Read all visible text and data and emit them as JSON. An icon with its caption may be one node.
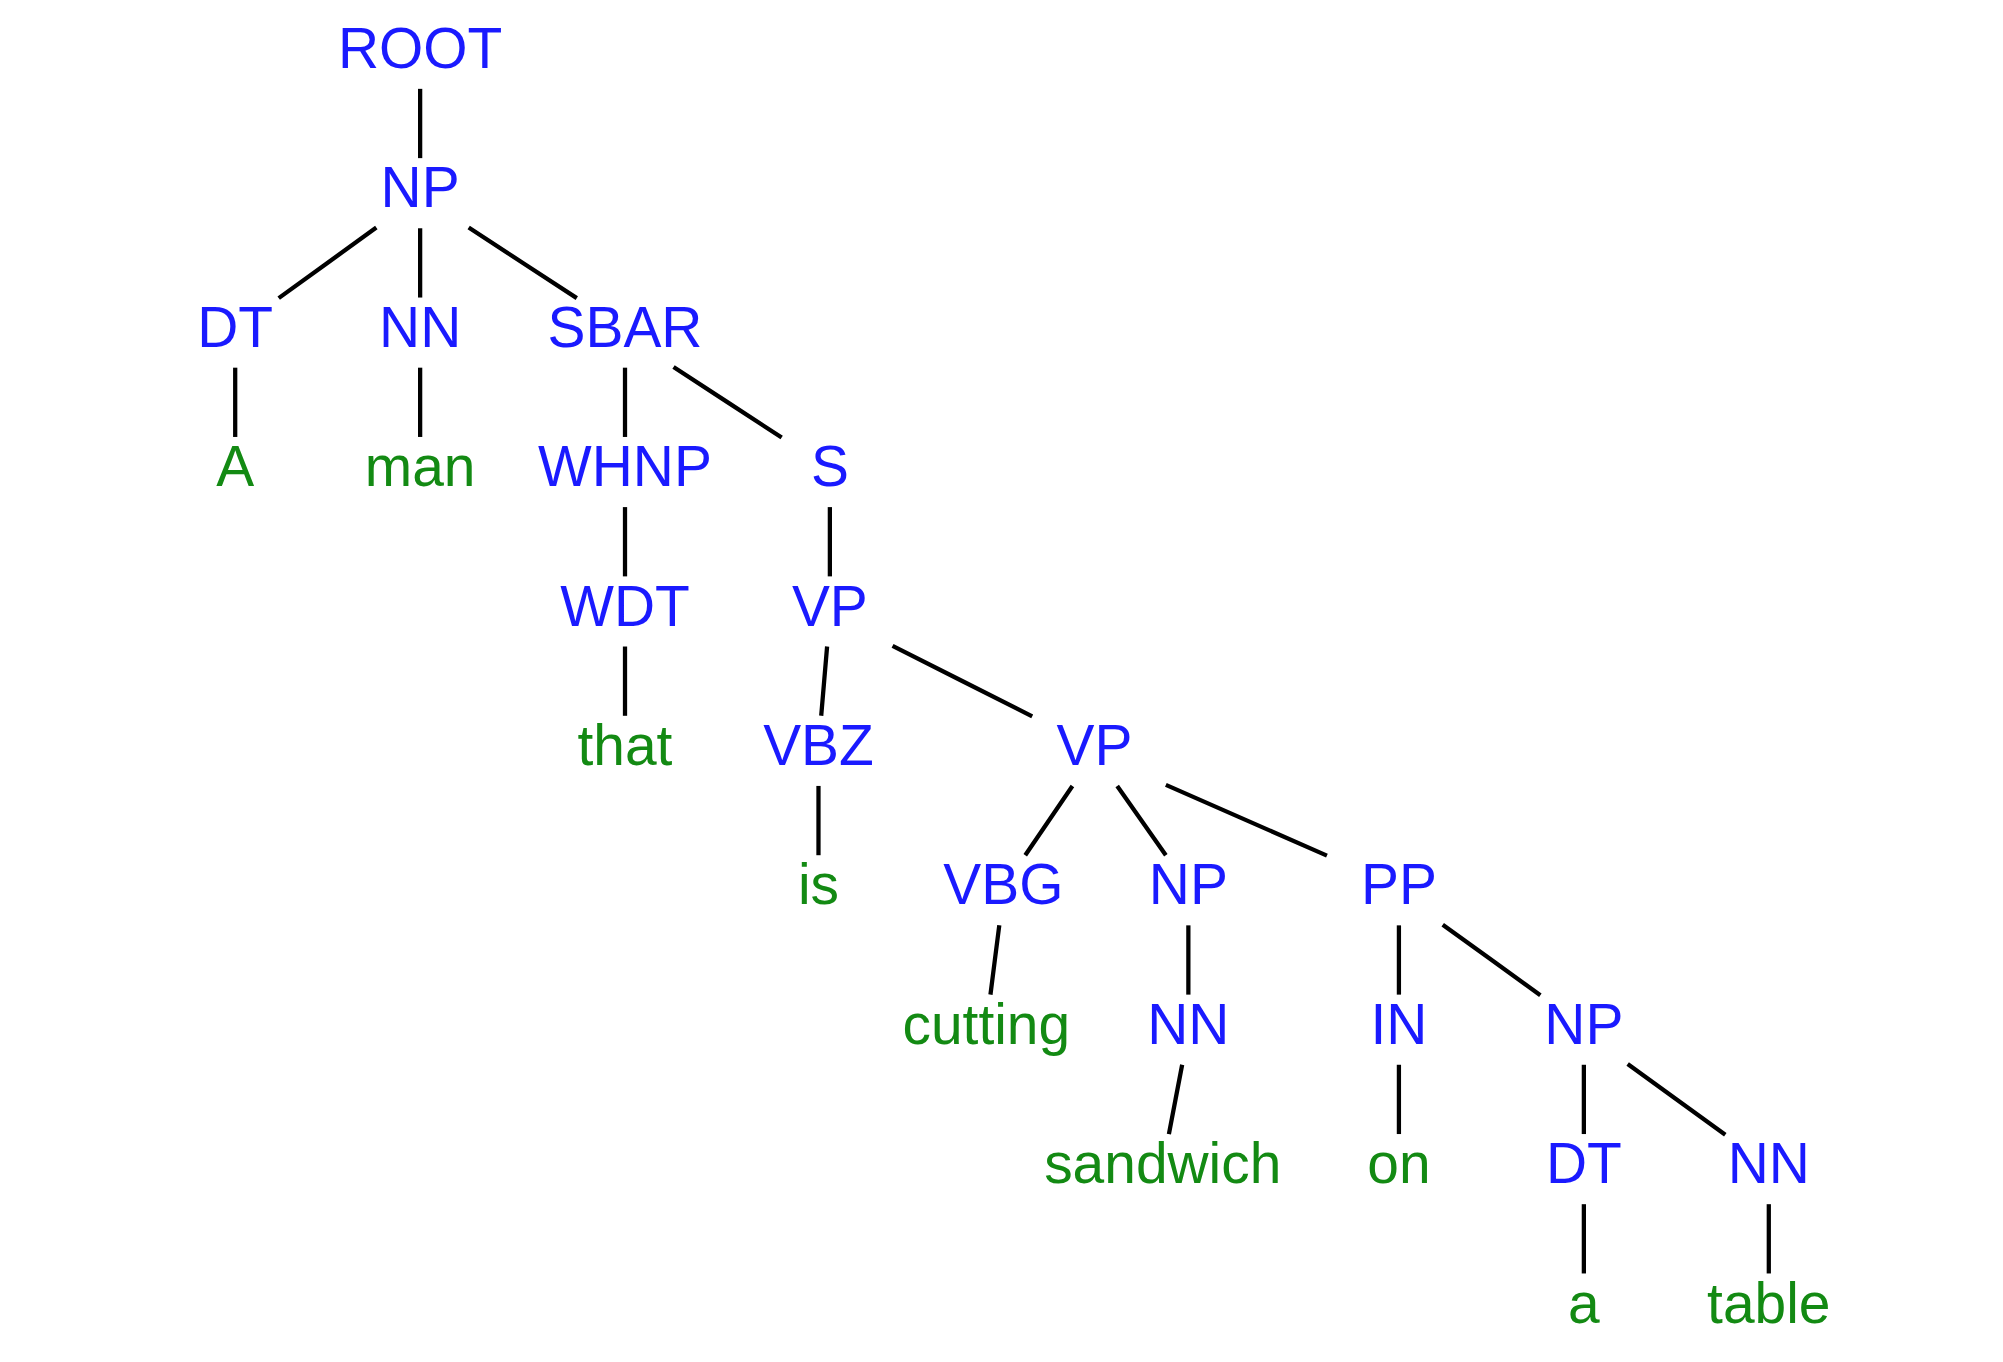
{
  "diagram": {
    "nodes": [
      {
        "text": [
          "ROOT"
        ]
      },
      {
        "text": [
          "NP"
        ]
      },
      {
        "text": [
          "DT"
        ]
      },
      {
        "text": [
          "NN"
        ]
      },
      {
        "text": [
          "SBAR"
        ]
      },
      {
        "text": [
          "A"
        ]
      },
      {
        "text": [
          "man"
        ]
      },
      {
        "text": [
          "WHNP"
        ]
      },
      {
        "text": [
          "S"
        ]
      },
      {
        "text": [
          "WDT"
        ]
      },
      {
        "text": [
          "VP"
        ]
      },
      {
        "text": [
          "that"
        ]
      },
      {
        "text": [
          "VBZ"
        ]
      },
      {
        "text": [
          "VP"
        ]
      },
      {
        "text": [
          "is"
        ]
      },
      {
        "text": [
          "VBG"
        ]
      },
      {
        "text": [
          "NP"
        ]
      },
      {
        "text": [
          "PP"
        ]
      },
      {
        "text": [
          "cutting"
        ]
      },
      {
        "text": [
          "NN"
        ]
      },
      {
        "text": [
          "IN"
        ]
      },
      {
        "text": [
          "NP"
        ]
      },
      {
        "text": [
          "sandwich"
        ]
      },
      {
        "text": [
          "on"
        ]
      },
      {
        "text": [
          "DT"
        ]
      },
      {
        "text": [
          "NN"
        ]
      },
      {
        "text": [
          "a"
        ]
      },
      {
        "text": [
          "table"
        ]
      }
    ],
    "edges": [
      {
        "from": 0,
        "to": 1,
        "arrow": "none"
      },
      {
        "from": 1,
        "to": 2,
        "arrow": "none"
      },
      {
        "from": 1,
        "to": 3,
        "arrow": "none"
      },
      {
        "from": 1,
        "to": 4,
        "arrow": "none"
      },
      {
        "from": 2,
        "to": 5,
        "arrow": "none"
      },
      {
        "from": 3,
        "to": 6,
        "arrow": "none"
      },
      {
        "from": 4,
        "to": 7,
        "arrow": "none"
      },
      {
        "from": 4,
        "to": 8,
        "arrow": "none"
      },
      {
        "from": 7,
        "to": 9,
        "arrow": "none"
      },
      {
        "from": 8,
        "to": 10,
        "arrow": "none"
      },
      {
        "from": 9,
        "to": 11,
        "arrow": "none"
      },
      {
        "from": 10,
        "to": 12,
        "arrow": "none"
      },
      {
        "from": 10,
        "to": 13,
        "arrow": "none"
      },
      {
        "from": 12,
        "to": 14,
        "arrow": "none"
      },
      {
        "from": 13,
        "to": 15,
        "arrow": "none"
      },
      {
        "from": 13,
        "to": 16,
        "arrow": "none"
      },
      {
        "from": 13,
        "to": 17,
        "arrow": "none"
      },
      {
        "from": 15,
        "to": 18,
        "arrow": "none"
      },
      {
        "from": 16,
        "to": 19,
        "arrow": "none"
      },
      {
        "from": 17,
        "to": 20,
        "arrow": "none"
      },
      {
        "from": 17,
        "to": 21,
        "arrow": "none"
      },
      {
        "from": 19,
        "to": 22,
        "arrow": "none"
      },
      {
        "from": 20,
        "to": 23,
        "arrow": "none"
      },
      {
        "from": 21,
        "to": 24,
        "arrow": "none"
      },
      {
        "from": 21,
        "to": 25,
        "arrow": "none"
      },
      {
        "from": 24,
        "to": 26,
        "arrow": "none"
      },
      {
        "from": 25,
        "to": 27,
        "arrow": "none"
      }
    ]
  }
}
